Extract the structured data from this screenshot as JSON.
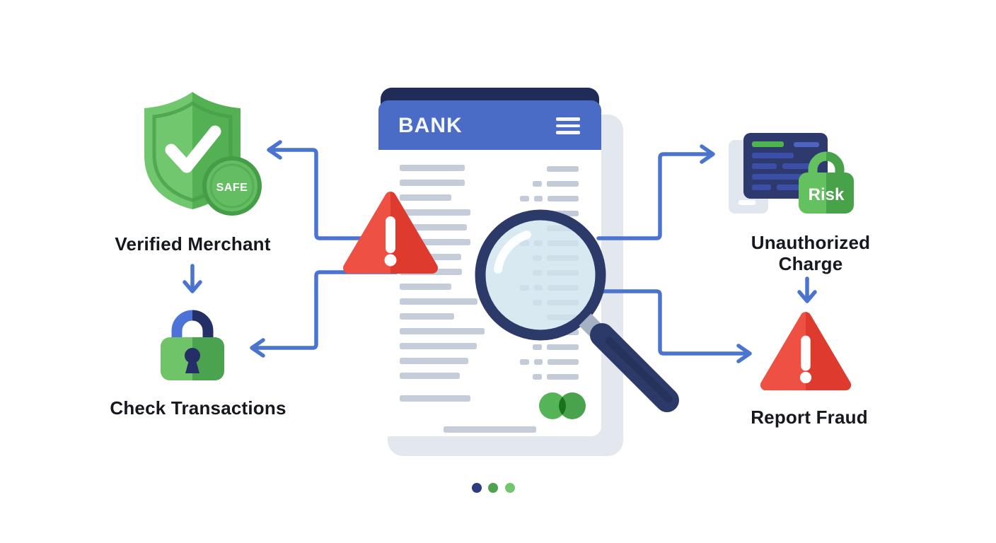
{
  "illustration": {
    "bank_card": {
      "title": "BANK"
    },
    "left_flow": {
      "safe_badge": "SAFE",
      "step1_label": "Verified Merchant",
      "step2_label": "Check Transactions"
    },
    "right_flow": {
      "risk_badge": "Risk",
      "step1_label": "Unauthorized Charge",
      "step2_label": "Report Fraud"
    },
    "icons": [
      "shield-check-icon",
      "safe-badge-icon",
      "lock-icon",
      "down-arrow-icon",
      "warning-triangle-icon",
      "magnifier-icon",
      "bank-statement-icon",
      "menu-icon",
      "card-overlap-icon",
      "statement-card-icon",
      "risk-lock-icon",
      "pagination-dots"
    ],
    "colors": {
      "header_blue": "#4a6cc6",
      "navy": "#202b58",
      "safe_green": "#55b154",
      "alert_red": "#e8463a",
      "connector_blue": "#4a74d0",
      "row_gray": "#c6cdda",
      "dot_navy": "#2e3b7e",
      "dot_green": "#4ea250",
      "dot_light_green": "#72c76e"
    },
    "pagination_dots": [
      {
        "color": "#2e3b7e"
      },
      {
        "color": "#4ea250"
      },
      {
        "color": "#72c76e"
      }
    ]
  }
}
